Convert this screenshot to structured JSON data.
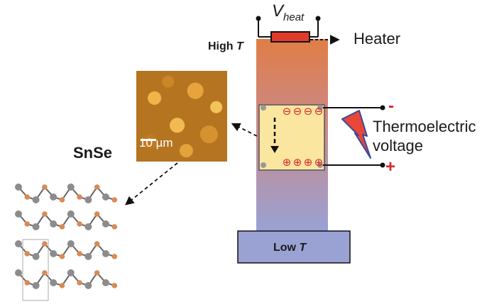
{
  "labels": {
    "v_heat_main": "V",
    "v_heat_sub": "heat",
    "heater": "Heater",
    "high_t_main": "High ",
    "high_t_var": "T",
    "low_t_main": "Low ",
    "low_t_var": "T",
    "thermo_line1": "Thermoelectric",
    "thermo_line2": "voltage",
    "minus": "-",
    "plus": "+",
    "scale_bar": "10 µm",
    "material": "SnSe"
  },
  "colors": {
    "column_top": "#e0804a",
    "column_bottom": "#9aa2d4",
    "heater_fill": "#e23a2a",
    "sample_fill": "#fbe6a0",
    "charge_color": "#d8262b",
    "base_fill": "#9aa2d4",
    "bolt_fill": "#e8473a",
    "atom_sn": "#8c8c8c",
    "atom_se": "#d98a55"
  },
  "charges": {
    "top_row": [
      "⊖",
      "⊖",
      "⊖",
      "⊖"
    ],
    "bottom_row": [
      "⊕",
      "⊕",
      "⊕",
      "⊕"
    ]
  },
  "icons": {
    "bolt": "lightning-bolt-icon"
  }
}
